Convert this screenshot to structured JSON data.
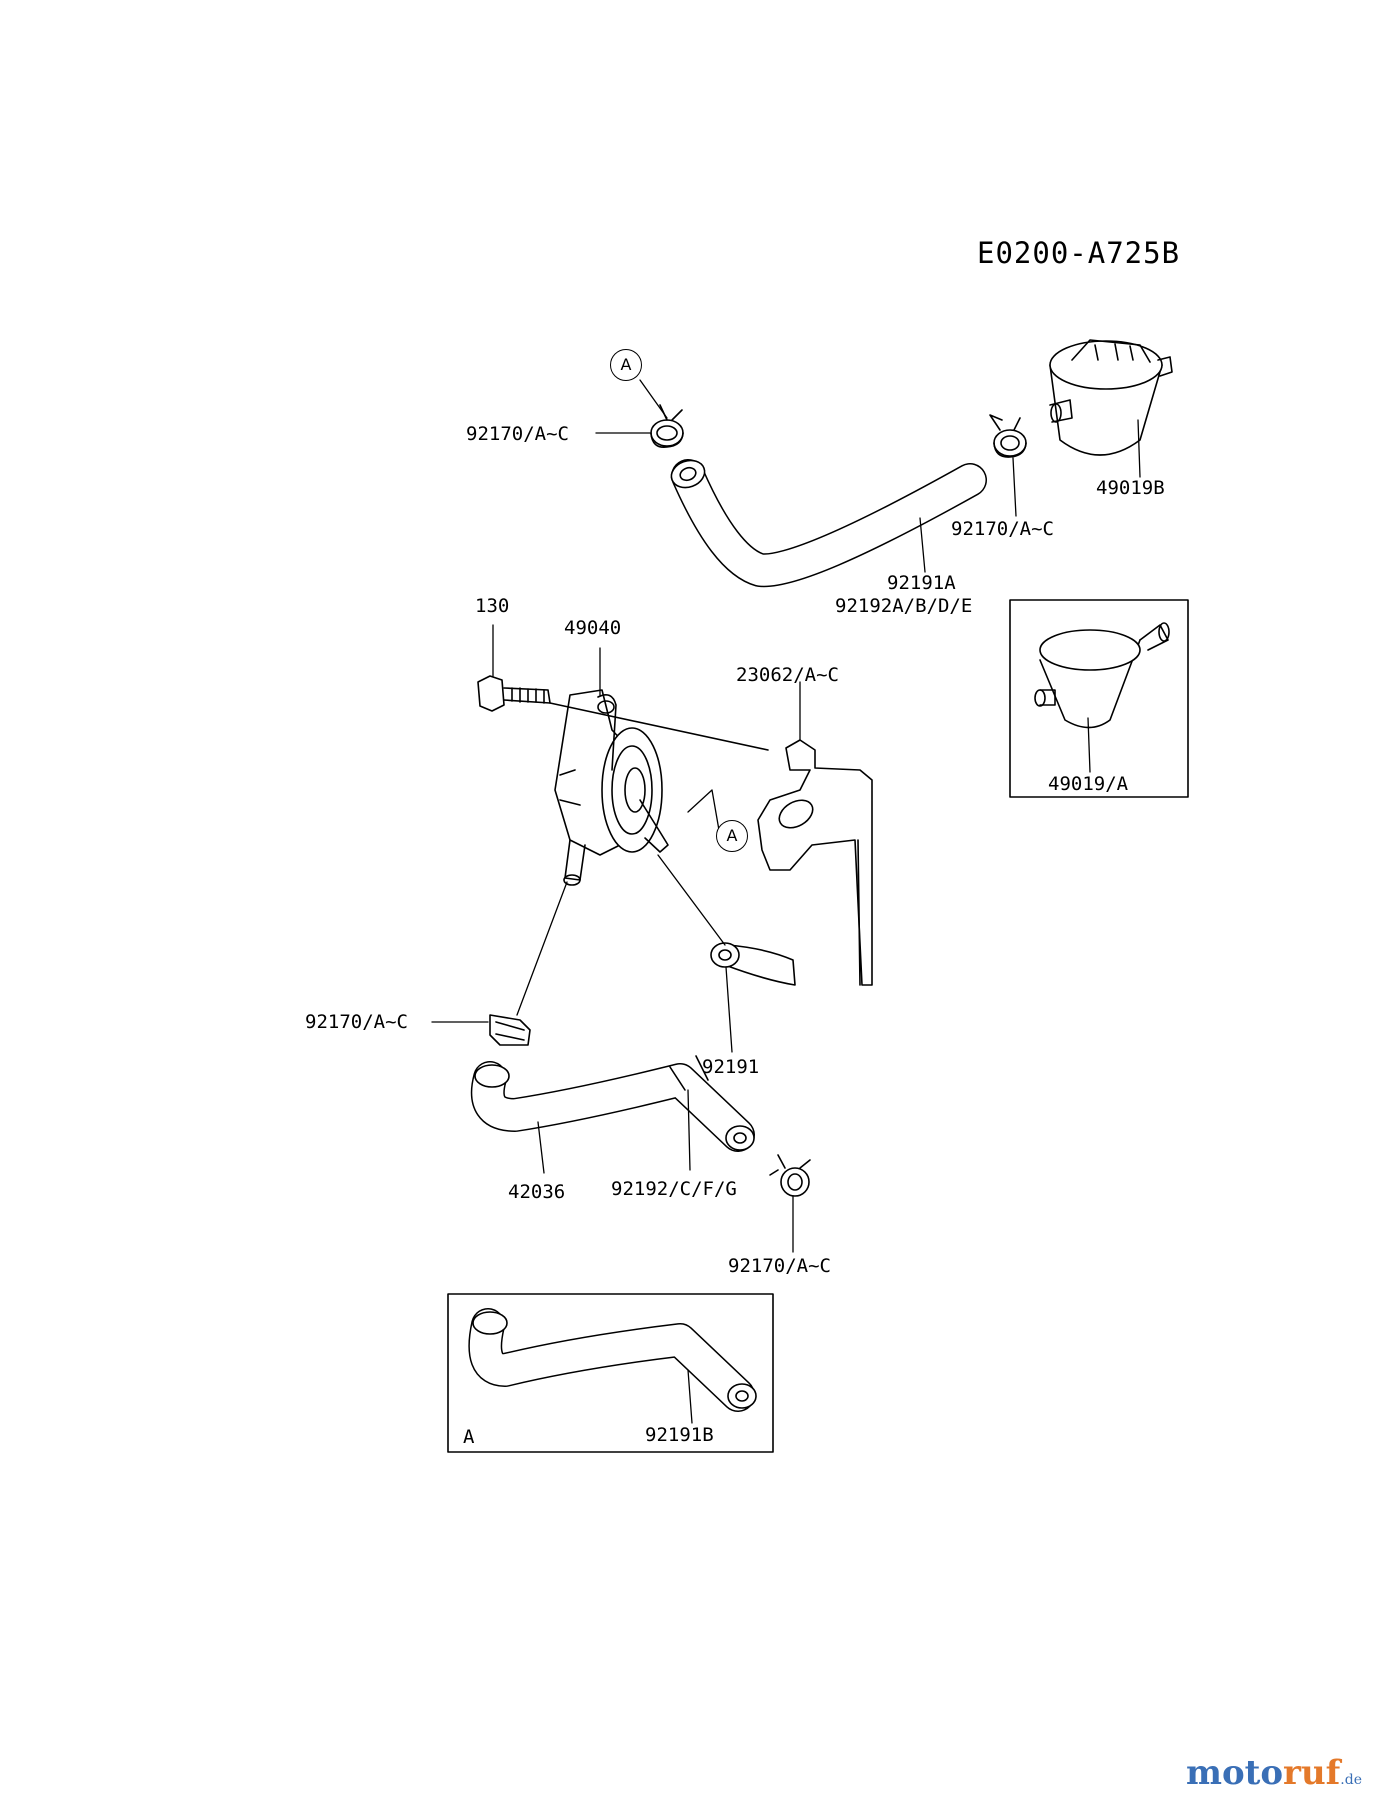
{
  "diagram": {
    "code": "E0200-A725B",
    "callout_letter": "A",
    "inset_letter": "A",
    "labels": {
      "clamp_top_left": "92170/A~C",
      "clamp_top_right": "92170/A~C",
      "filter_b": "49019B",
      "hose_top_1": "92191A",
      "hose_top_2": "92192A/B/D/E",
      "bolt": "130",
      "pump": "49040",
      "bracket": "23062/A~C",
      "filter_a": "49019/A",
      "clamp_mid": "92170/A~C",
      "hose_short": "92191",
      "hose_long": "42036",
      "hose_sleeve": "92192/C/F/G",
      "clamp_bottom": "92170/A~C",
      "hose_inset": "92191B"
    }
  },
  "watermark": {
    "part1": "moto",
    "part2": "ruf",
    "suffix": ".de"
  }
}
